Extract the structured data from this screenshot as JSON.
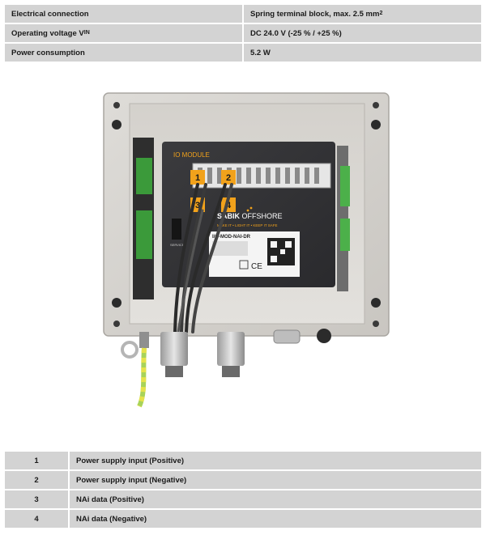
{
  "specs": [
    {
      "label": "Electrical connection",
      "value": "Spring terminal block, max. 2.5 mm",
      "value_sup": "2"
    },
    {
      "label": "Operating voltage V",
      "label_sub": "IN",
      "value": "DC 24.0 V (-25 % / +25 %)"
    },
    {
      "label": "Power consumption",
      "value": "5.2 W"
    }
  ],
  "device": {
    "module_title": "IO MODULE",
    "brand_name": "SABIK",
    "brand_suffix": "OFFSHORE",
    "tagline": "MAKE IT • LIGHT IT • KEEP IT SAFE",
    "model": "I/O-MOD-NAI-DR",
    "ce_mark": "CE",
    "service_label": "SERVICE",
    "callouts": [
      "1",
      "2",
      "3",
      "4"
    ],
    "accent_color": "#f2a21b"
  },
  "legend": [
    {
      "num": "1",
      "text": "Power supply input (Positive)"
    },
    {
      "num": "2",
      "text": "Power supply input (Negative)"
    },
    {
      "num": "3",
      "text": "NAi data (Positive)"
    },
    {
      "num": "4",
      "text": "NAi data (Negative)"
    }
  ]
}
